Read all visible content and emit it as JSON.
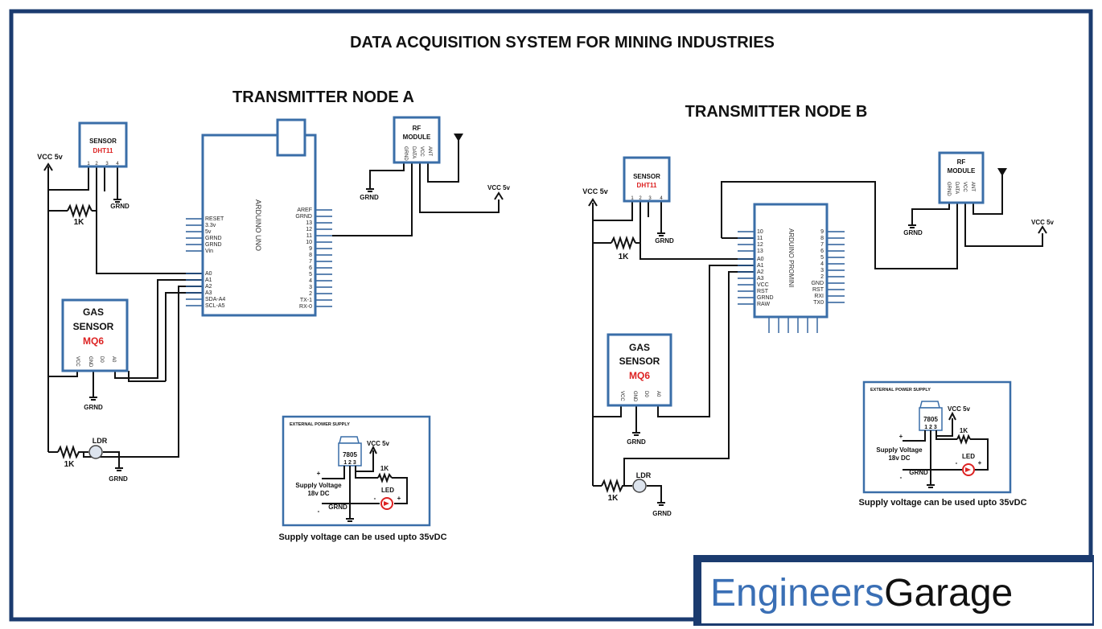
{
  "title": "DATA ACQUISITION SYSTEM FOR MINING INDUSTRIES",
  "colors": {
    "border": "#1b3b6f",
    "component": "#3a6ea8",
    "accent": "#d22222",
    "brand_blue": "#3a6fb5",
    "brand_dark": "#111111"
  },
  "node_a": {
    "heading": "TRANSMITTER NODE A",
    "board": "ARDUINO UNO",
    "board_left_pins": [
      "RESET",
      "3.3v",
      "5v",
      "GRND",
      "GRND",
      "Vin"
    ],
    "board_analog_pins": [
      "A0",
      "A1",
      "A2",
      "A3",
      "SDA-A4",
      "SCL-A5"
    ],
    "board_right_pins": [
      "AREF",
      "GRND",
      "13",
      "12",
      "11",
      "10",
      "9",
      "8",
      "7",
      "6",
      "5",
      "4",
      "3",
      "2",
      "TX-1",
      "RX-0"
    ],
    "dht": {
      "label": "SENSOR",
      "model": "DHT11",
      "pins": [
        "1",
        "2",
        "3",
        "4"
      ]
    },
    "gas": {
      "line1": "GAS",
      "line2": "SENSOR",
      "model": "MQ6",
      "pins": [
        "VCC",
        "GND",
        "D0",
        "A0"
      ]
    },
    "rf": {
      "line1": "RF",
      "line2": "MODULE",
      "pins": [
        "GRND",
        "DATA",
        "VCC",
        "ANT"
      ]
    },
    "vcc_left": "VCC 5v",
    "vcc_rf": "VCC 5v",
    "grnd_dht": "GRND",
    "grnd_gas": "GRND",
    "grnd_rf": "GRND",
    "grnd_ldr": "GRND",
    "res_dht": "1K",
    "res_ldr": "1K",
    "ldr": "LDR",
    "psu": {
      "title": "EXTERNAL POWER SUPPLY",
      "reg": "7805",
      "reg_pins": "1 2 3",
      "vcc": "VCC 5v",
      "res": "1K",
      "led": "LED",
      "supply1": "Supply Voltage",
      "supply2": "18v DC",
      "grnd": "GRND",
      "plus": "+",
      "minus": "-"
    },
    "psu_note": "Supply voltage can be used upto 35vDC"
  },
  "node_b": {
    "heading": "TRANSMITTER NODE B",
    "board": "ARDUINO PROMINI",
    "board_left_pins": [
      "10",
      "11",
      "12",
      "13",
      "A0",
      "A1",
      "A2",
      "A3",
      "VCC",
      "RST",
      "GRND",
      "RAW"
    ],
    "board_right_pins": [
      "9",
      "8",
      "7",
      "6",
      "5",
      "4",
      "3",
      "2",
      "GND",
      "RST",
      "RXI",
      "TX0"
    ],
    "dht": {
      "label": "SENSOR",
      "model": "DHT11",
      "pins": [
        "1",
        "2",
        "3",
        "4"
      ]
    },
    "gas": {
      "line1": "GAS",
      "line2": "SENSOR",
      "model": "MQ6",
      "pins": [
        "VCC",
        "GND",
        "D0",
        "A0"
      ]
    },
    "rf": {
      "line1": "RF",
      "line2": "MODULE",
      "pins": [
        "GRND",
        "DATA",
        "VCC",
        "ANT"
      ]
    },
    "vcc_left": "VCC 5v",
    "vcc_rf": "VCC 5v",
    "grnd_dht": "GRND",
    "grnd_gas": "GRND",
    "grnd_rf": "GRND",
    "grnd_ldr": "GRND",
    "res_dht": "1K",
    "res_ldr": "1K",
    "ldr": "LDR",
    "psu": {
      "title": "EXTERNAL POWER SUPPLY",
      "reg": "7805",
      "reg_pins": "1 2 3",
      "vcc": "VCC 5v",
      "res": "1K",
      "led": "LED",
      "supply1": "Supply Voltage",
      "supply2": "18v DC",
      "grnd": "GRND",
      "plus": "+",
      "minus": "-"
    },
    "psu_note": "Supply voltage can be used upto 35vDC"
  },
  "brand": {
    "part1": "Engineers",
    "part2": "Garage"
  }
}
